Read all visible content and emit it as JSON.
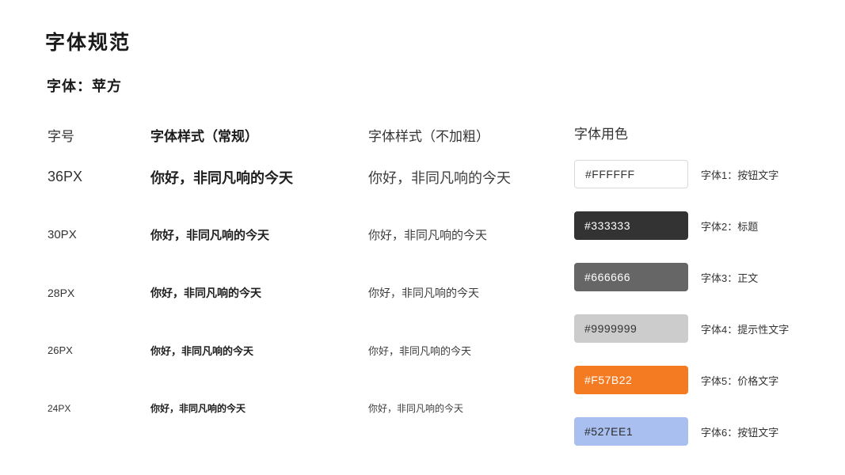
{
  "page": {
    "title": "字体规范",
    "subtitle": "字体：苹方"
  },
  "table": {
    "headers": {
      "size": "字号",
      "regular": "字体样式（常规）",
      "light": "字体样式（不加粗）"
    },
    "sample_text": "你好，非同凡响的今天",
    "rows": [
      {
        "size_label": "36PX"
      },
      {
        "size_label": "30PX"
      },
      {
        "size_label": "28PX"
      },
      {
        "size_label": "26PX"
      },
      {
        "size_label": "24PX"
      }
    ]
  },
  "colors": {
    "header": "字体用色",
    "items": [
      {
        "hex": "#FFFFFF",
        "label": "字体1：按钮文字",
        "bg": "#FFFFFF",
        "text": "#333333",
        "border": "#D9D9D9"
      },
      {
        "hex": "#333333",
        "label": "字体2：标题",
        "bg": "#333333",
        "text": "#FFFFFF",
        "border": null
      },
      {
        "hex": "#666666",
        "label": "字体3：正文",
        "bg": "#666666",
        "text": "#FFFFFF",
        "border": null
      },
      {
        "hex": "#9999999",
        "label": "字体4：提示性文字",
        "bg": "#CCCCCC",
        "text": "#333333",
        "border": null
      },
      {
        "hex": "#F57B22",
        "label": "字体5：价格文字",
        "bg": "#F57B22",
        "text": "#FFFFFF",
        "border": null
      },
      {
        "hex": "#527EE1",
        "label": "字体6：按钮文字",
        "bg": "#A9BFEF",
        "text": "#2b2b2b",
        "border": null
      }
    ]
  }
}
